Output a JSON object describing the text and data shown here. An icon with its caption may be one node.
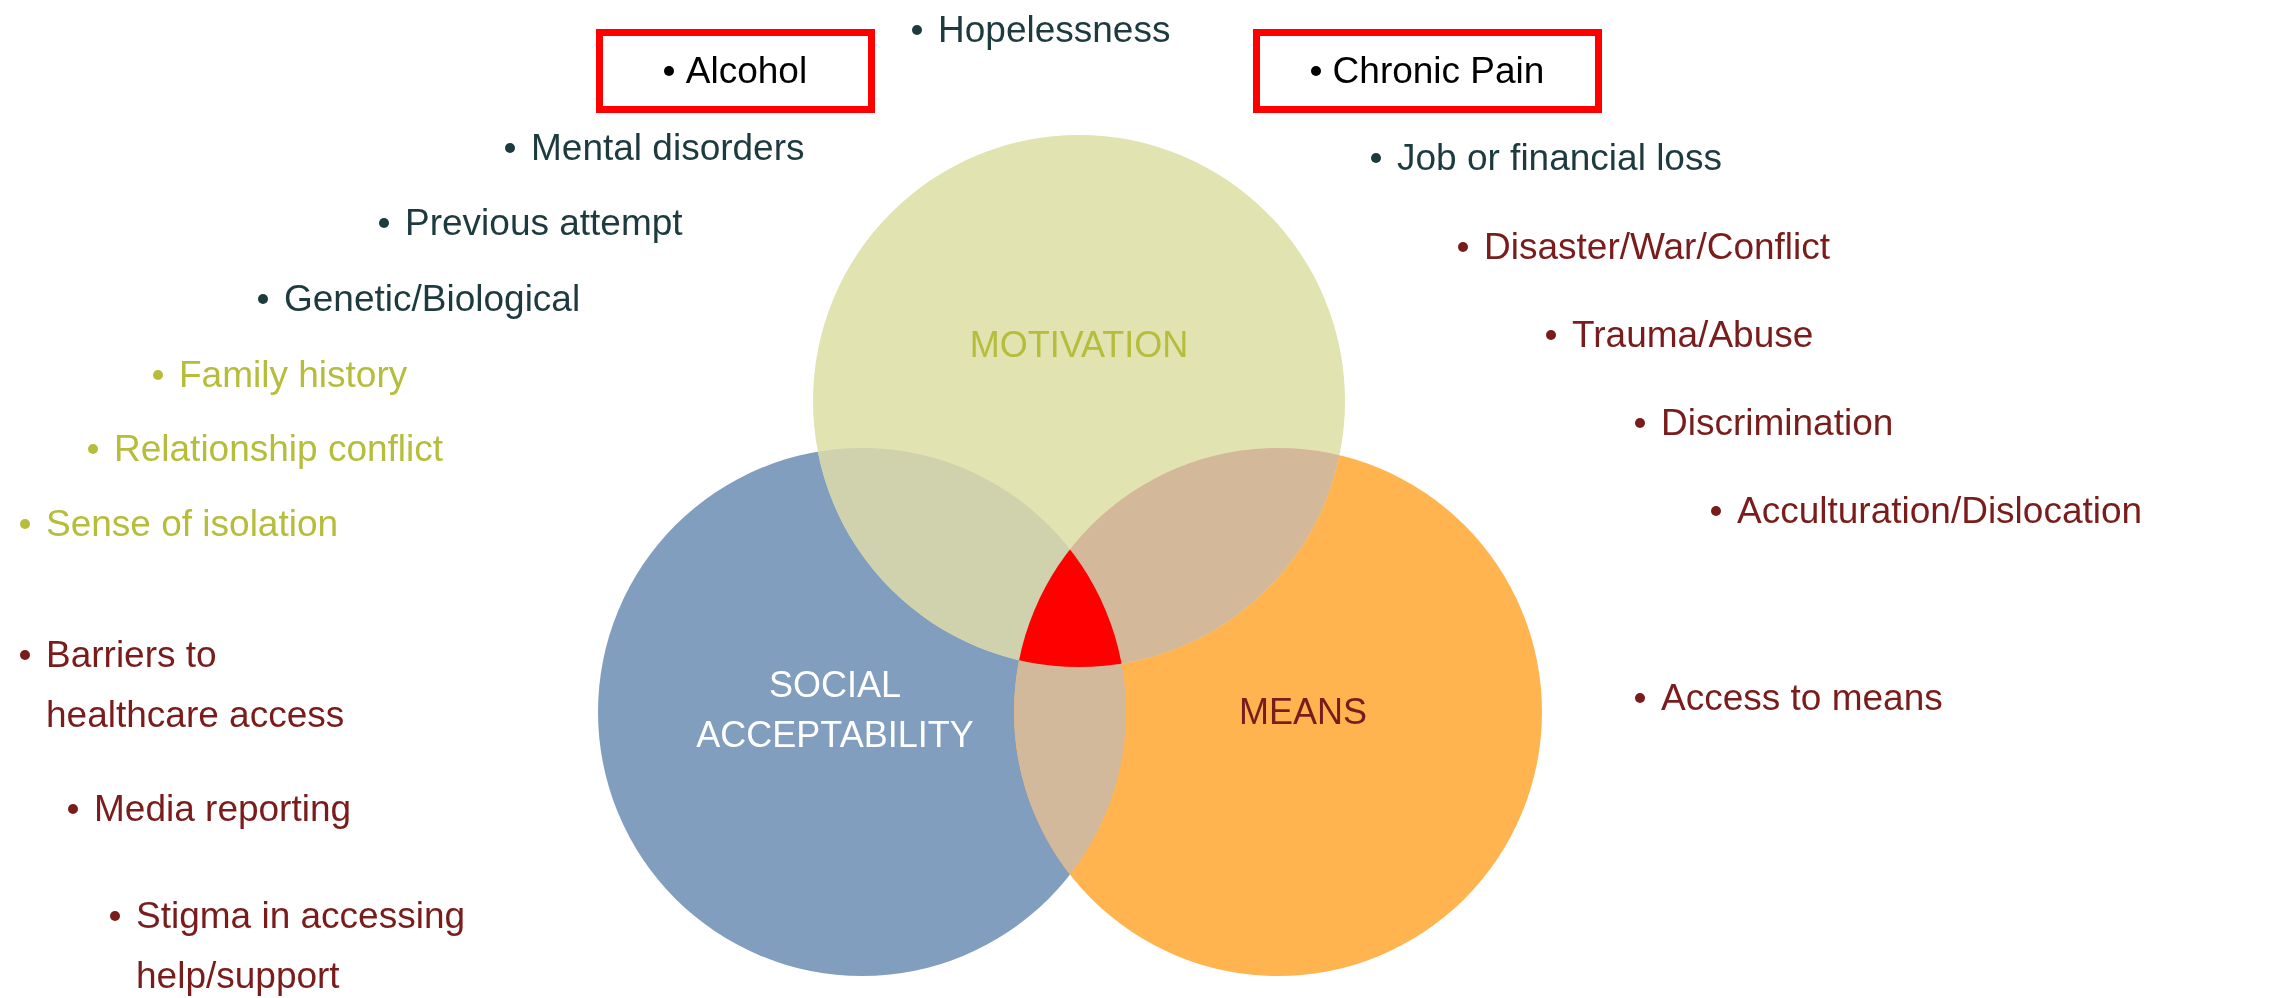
{
  "diagram": {
    "nodes": [
      {
        "text": [
          "Alcohol"
        ]
      },
      {
        "text": [
          "Chronic Pain"
        ]
      },
      {
        "text": [
          "MOTIVATION"
        ]
      },
      {
        "text": [
          "SOCIAL ACCEPTABILITY"
        ]
      },
      {
        "text": [
          "MEANS"
        ]
      }
    ],
    "labels": [
      "Hopelessness",
      "Mental disorders",
      "Previous attempt",
      "Genetic/Biological",
      "Family history",
      "Relationship conflict",
      "Sense of isolation",
      "Barriers to healthcare access",
      "Media reporting",
      "Stigma in accessing help/support",
      "Job or financial loss",
      "Disaster/War/Conflict",
      "Trauma/Abuse",
      "Discrimination",
      "Acculturation/Dislocation",
      "Access to means"
    ]
  }
}
